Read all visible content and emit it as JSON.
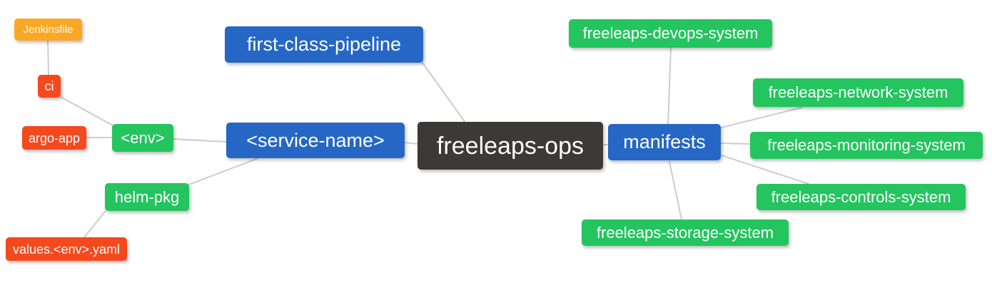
{
  "diagram": {
    "type": "mindmap",
    "root": "freeleaps-ops"
  },
  "colors": {
    "root_dark": "#3b3a38",
    "branch_blue": "#2667c5",
    "leaf_green": "#24c45f",
    "leaf_red": "#f4491d",
    "leaf_amber": "#f9a825",
    "edge_gray": "#cccccc",
    "text_white": "#ffffff",
    "background": "#ffffff"
  },
  "nodes": {
    "freeleaps_ops": {
      "label": "freeleaps-ops"
    },
    "first_class_pipeline": {
      "label": "first-class-pipeline"
    },
    "service_name": {
      "label": "<service-name>"
    },
    "manifests": {
      "label": "manifests"
    },
    "env": {
      "label": "<env>"
    },
    "helm_pkg": {
      "label": "helm-pkg"
    },
    "ci": {
      "label": "ci"
    },
    "argo_app": {
      "label": "argo-app"
    },
    "jenkinsfile": {
      "label": "Jenkinsfile"
    },
    "values_env_yaml": {
      "label": "values.<env>.yaml"
    },
    "devops_system": {
      "label": "freeleaps-devops-system"
    },
    "network_system": {
      "label": "freeleaps-network-system"
    },
    "monitoring_system": {
      "label": "freeleaps-monitoring-system"
    },
    "controls_system": {
      "label": "freeleaps-controls-system"
    },
    "storage_system": {
      "label": "freeleaps-storage-system"
    }
  },
  "edges": [
    {
      "from": "freeleaps-ops",
      "to": "first-class-pipeline"
    },
    {
      "from": "freeleaps-ops",
      "to": "<service-name>"
    },
    {
      "from": "freeleaps-ops",
      "to": "manifests"
    },
    {
      "from": "<service-name>",
      "to": "<env>"
    },
    {
      "from": "<service-name>",
      "to": "helm-pkg"
    },
    {
      "from": "<env>",
      "to": "argo-app"
    },
    {
      "from": "<env>",
      "to": "ci"
    },
    {
      "from": "ci",
      "to": "Jenkinsfile"
    },
    {
      "from": "helm-pkg",
      "to": "values.<env>.yaml"
    },
    {
      "from": "manifests",
      "to": "freeleaps-devops-system"
    },
    {
      "from": "manifests",
      "to": "freeleaps-network-system"
    },
    {
      "from": "manifests",
      "to": "freeleaps-monitoring-system"
    },
    {
      "from": "manifests",
      "to": "freeleaps-controls-system"
    },
    {
      "from": "manifests",
      "to": "freeleaps-storage-system"
    }
  ]
}
